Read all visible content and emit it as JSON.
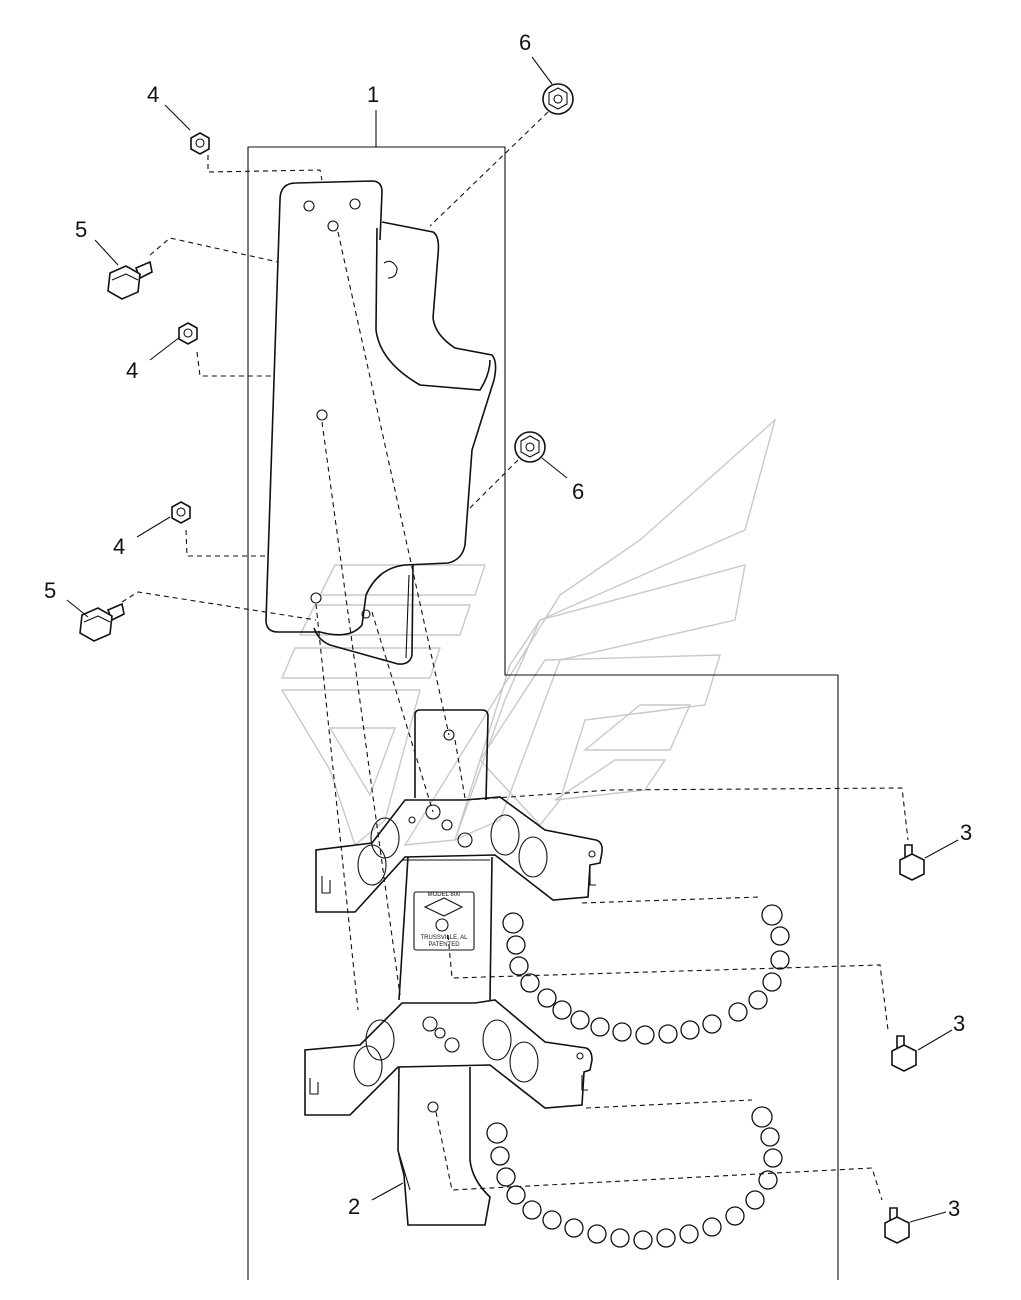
{
  "diagram": {
    "callouts": [
      {
        "id": "c1",
        "label": "1"
      },
      {
        "id": "c2",
        "label": "2"
      },
      {
        "id": "c3a",
        "label": "3"
      },
      {
        "id": "c3b",
        "label": "3"
      },
      {
        "id": "c3c",
        "label": "3"
      },
      {
        "id": "c4a",
        "label": "4"
      },
      {
        "id": "c4b",
        "label": "4"
      },
      {
        "id": "c4c",
        "label": "4"
      },
      {
        "id": "c5a",
        "label": "5"
      },
      {
        "id": "c5b",
        "label": "5"
      },
      {
        "id": "c6a",
        "label": "6"
      },
      {
        "id": "c6b",
        "label": "6"
      }
    ],
    "plate": {
      "line1": "MODEL 800",
      "line2": "TRUSSVILLE, AL",
      "line3": "PATENTED"
    }
  }
}
